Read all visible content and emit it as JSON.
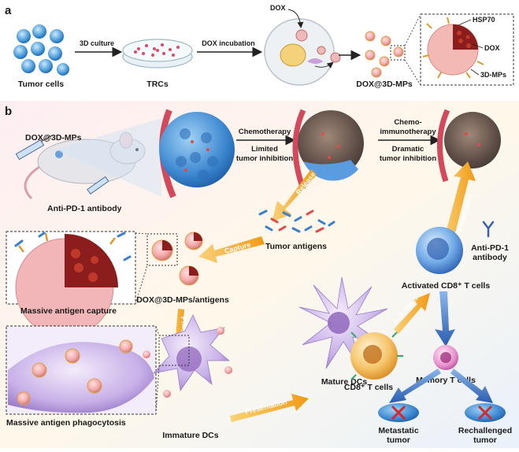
{
  "panel_a": {
    "letter": "a",
    "tumor_cells": "Tumor cells",
    "step_3d_culture": "3D culture",
    "trcs": "TRCs",
    "step_dox_incubation": "DOX incubation",
    "dox_top": "DOX",
    "product": "DOX@3D-MPs",
    "inset_hsp70": "HSP70",
    "inset_dox": "DOX",
    "inset_3dmps": "3D-MPs"
  },
  "panel_b": {
    "letter": "b",
    "injection": "DOX@3D-MPs",
    "antibody": "Anti-PD-1 antibody",
    "step1_top": "Chemotherapy",
    "step1_bottom_1": "Limited",
    "step1_bottom_2": "tumor inhibition",
    "step2_top_1": "Chemo-",
    "step2_top_2": "immunotherapy",
    "step2_bottom_1": "Dramatic",
    "step2_bottom_2": "tumor inhibition",
    "release": "Release",
    "revigoration": "Revigoration",
    "tumor_antigens": "Tumor antigens",
    "anti_pd1_1": "Anti-PD-1",
    "anti_pd1_2": "antibody",
    "capture": "Capture",
    "massive_capture": "Massive antigen capture",
    "dox_antigens": "DOX@3D-MPs/antigens",
    "phagocytosis": "Phagocytosis",
    "activated": "Activated CD8⁺ T cells",
    "mature_dcs": "Mature DCs",
    "activation": "Activation",
    "memory": "Memory T cells",
    "cd8": "CD8⁺ T cells",
    "presentation": "Presentation",
    "massive_phago": "Massive antigen phagocytosis",
    "immature_dcs": "Immature DCs",
    "metastatic_1": "Metastatic",
    "metastatic_2": "tumor",
    "rechallenged_1": "Rechallenged",
    "rechallenged_2": "tumor"
  }
}
